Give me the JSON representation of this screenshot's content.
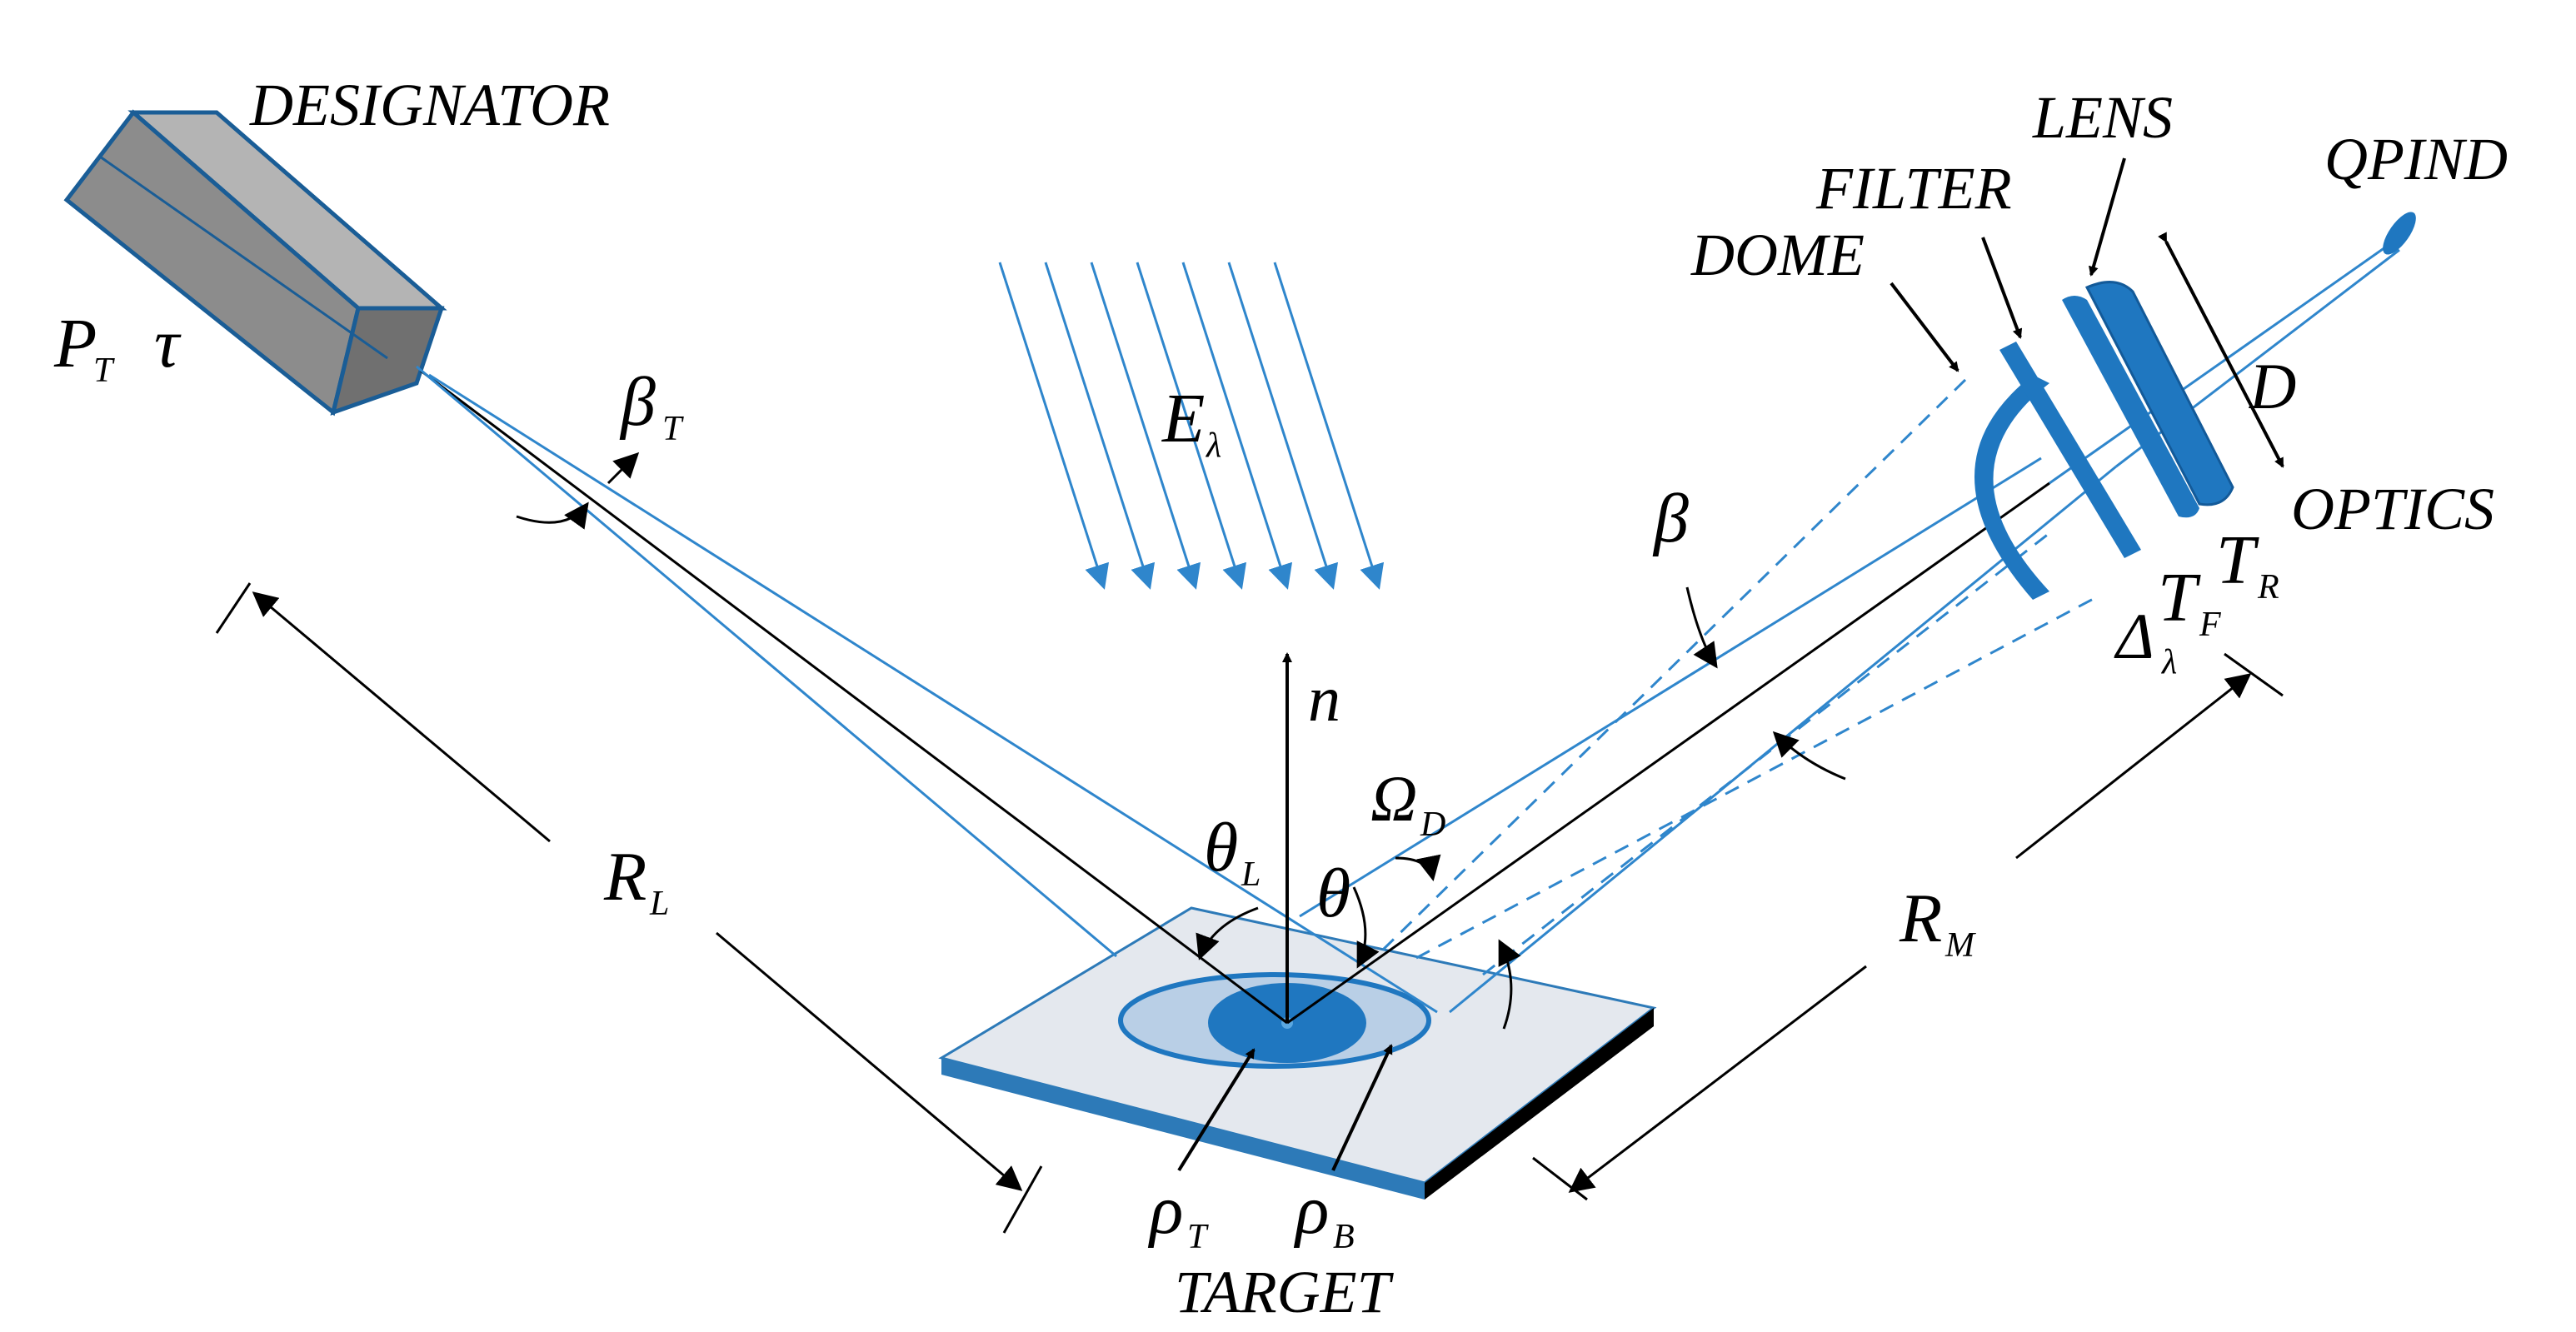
{
  "labels": {
    "designator": "DESIGNATOR",
    "lens": "LENS",
    "filter": "FILTER",
    "dome": "DOME",
    "qpind": "QPIND",
    "optics": "OPTICS",
    "target": "TARGET",
    "d": "D",
    "n": "n",
    "beta": "β",
    "theta": "θ",
    "tau": "τ"
  },
  "symbols": {
    "p_t": {
      "base": "P",
      "sub": "T"
    },
    "beta_t": {
      "base": "β",
      "sub": "T"
    },
    "e_lambda": {
      "base": "E",
      "sub": "λ"
    },
    "theta_l": {
      "base": "θ",
      "sub": "L"
    },
    "omega_d": {
      "base": "Ω",
      "sub": "D"
    },
    "r_l": {
      "base": "R",
      "sub": "L"
    },
    "r_m": {
      "base": "R",
      "sub": "M"
    },
    "rho_t": {
      "base": "ρ",
      "sub": "T"
    },
    "rho_b": {
      "base": "ρ",
      "sub": "B"
    },
    "t_r": {
      "base": "T",
      "sub": "R"
    },
    "t_f": {
      "base": "T",
      "sub": "F"
    },
    "delta_lambda": {
      "base": "Δ",
      "sub": "λ"
    }
  },
  "colors": {
    "beam_blue": "#2f86cc",
    "optic_blue": "#1f77c0",
    "optic_dark": "#135a99",
    "designator_gray": "#8c8c8c",
    "plate_light": "#e4e8ee",
    "plate_edge": "#2d7ab8",
    "line_black": "#000000"
  }
}
